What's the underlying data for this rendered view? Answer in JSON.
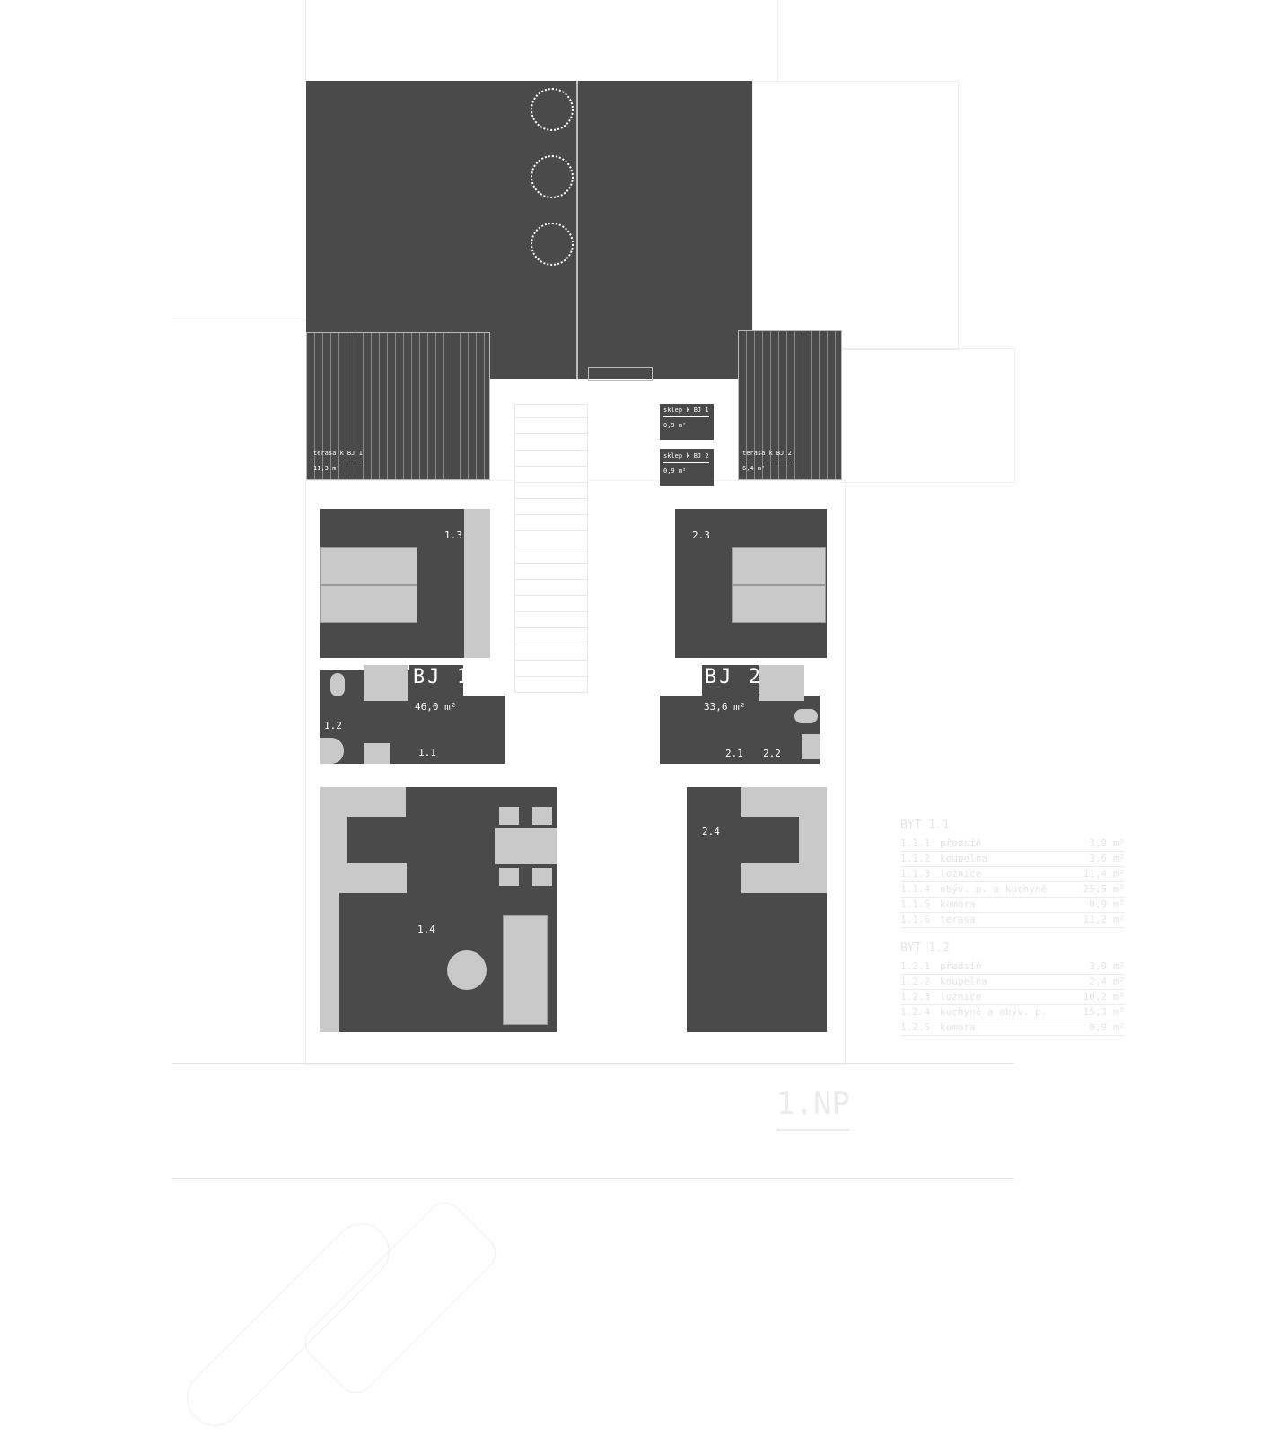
{
  "plan": {
    "floor_label": "1.NP",
    "units": [
      {
        "name": "BJ 1",
        "area": "46,0 m²"
      },
      {
        "name": "BJ 2",
        "area": "33,6 m²"
      }
    ],
    "rooms": [
      "1.1",
      "1.2",
      "1.3",
      "1.4",
      "2.1",
      "2.2",
      "2.3",
      "2.4"
    ],
    "annexes": [
      {
        "name": "terasa k BJ 1",
        "area": "11,3 m²"
      },
      {
        "name": "sklep k BJ 1",
        "area": "0,9 m²"
      },
      {
        "name": "sklep k BJ 2",
        "area": "0,9 m²"
      },
      {
        "name": "terasa k BJ 2",
        "area": "6,4 m²"
      }
    ]
  },
  "schedule": [
    {
      "title": "BYT 1.1",
      "rows": [
        {
          "id": "1.1.1",
          "name": "předsíň",
          "area": "3,9 m²"
        },
        {
          "id": "1.1.2",
          "name": "koupelna",
          "area": "3,6 m²"
        },
        {
          "id": "1.1.3",
          "name": "ložnice",
          "area": "11,4 m²"
        },
        {
          "id": "1.1.4",
          "name": "obýv. p. a kuchyně",
          "area": "25,5 m²"
        },
        {
          "id": "1.1.5",
          "name": "komora",
          "area": "0,9 m²"
        },
        {
          "id": "1.1.6",
          "name": "terasa",
          "area": "11,2 m²"
        }
      ]
    },
    {
      "title": "BYT 1.2",
      "rows": [
        {
          "id": "1.2.1",
          "name": "předsíň",
          "area": "3,9 m²"
        },
        {
          "id": "1.2.2",
          "name": "koupelna",
          "area": "2,4 m²"
        },
        {
          "id": "1.2.3",
          "name": "ložnice",
          "area": "10,2 m²"
        },
        {
          "id": "1.2.4",
          "name": "kuchyně a obýv. p.",
          "area": "15,3 m²"
        },
        {
          "id": "1.2.5",
          "name": "komora",
          "area": "0,9 m²"
        }
      ]
    }
  ]
}
